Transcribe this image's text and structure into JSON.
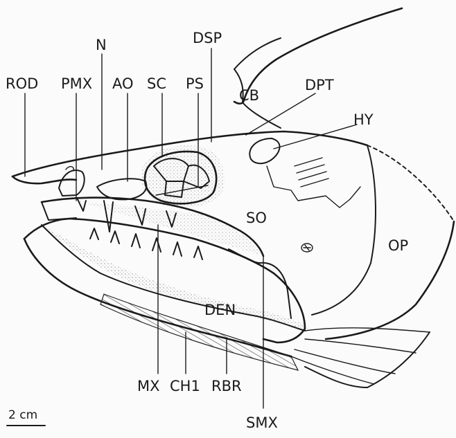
{
  "labels": {
    "rod": "ROD",
    "pmx": "PMX",
    "n": "N",
    "ao": "AO",
    "sc": "SC",
    "ps": "PS",
    "dsp": "DSP",
    "cb": "CB",
    "dpt": "DPT",
    "hy": "HY",
    "so": "SO",
    "op": "OP",
    "den": "DEN",
    "mx": "MX",
    "ch1": "CH1",
    "rbr": "RBR",
    "smx": "SMX"
  },
  "scale_bar": {
    "label": "2 cm"
  }
}
